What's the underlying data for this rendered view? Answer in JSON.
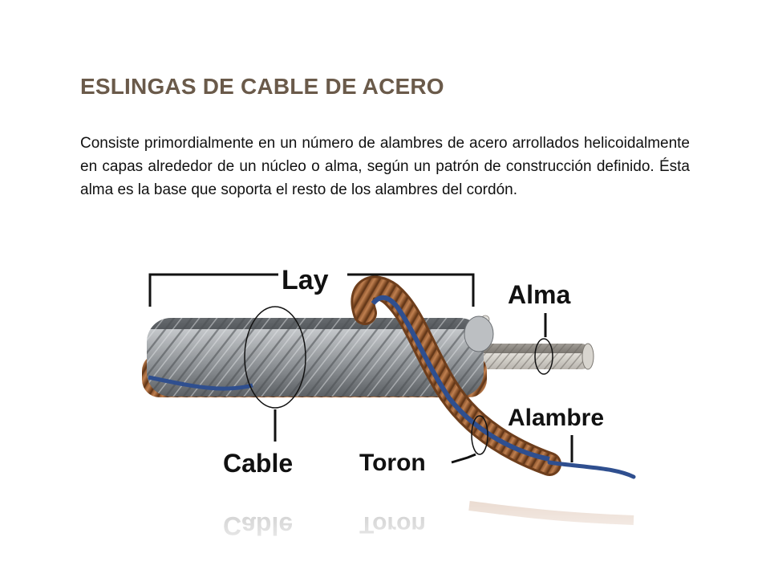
{
  "slide": {
    "title": "ESLINGAS DE CABLE DE ACERO",
    "paragraph": "Consiste primordialmente en un número de alambres de acero arrollados helicoidalmente en capas alrededor de un núcleo o alma, según un patrón de construcción definido. Ésta alma es la base que soporta el resto de los alambres del cordón."
  },
  "diagram": {
    "labels": {
      "lay": "Lay",
      "alma": "Alma",
      "alambre": "Alambre",
      "cable": "Cable",
      "toron": "Toron"
    },
    "colors": {
      "steel": "#9a9ea2",
      "steel_dark": "#5f6367",
      "copper": "#a8683a",
      "copper_dark": "#6e3e1c",
      "wire_blue": "#2f4f8f",
      "core": "#c9c6c0"
    }
  }
}
